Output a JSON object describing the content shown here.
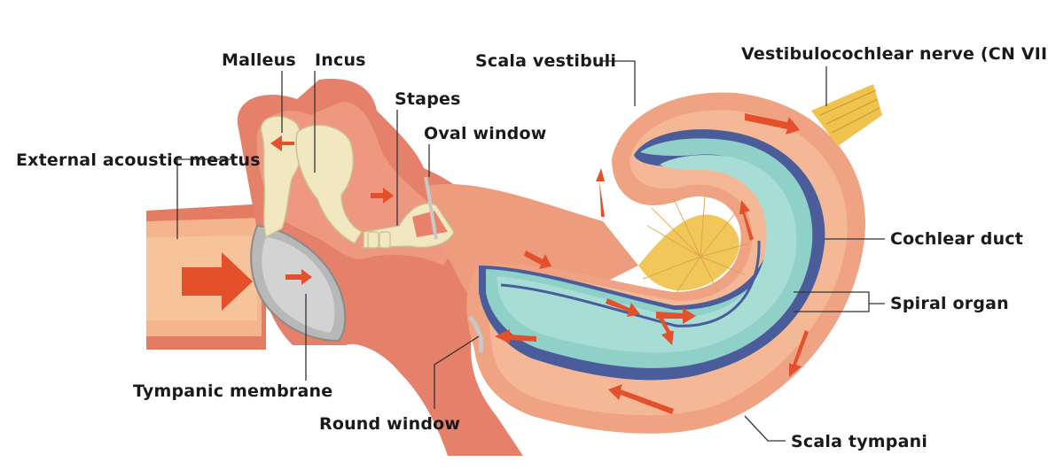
{
  "labels": {
    "malleus": "Malleus",
    "incus": "Incus",
    "stapes": "Stapes",
    "oval_window": "Oval window",
    "scala_vestibuli": "Scala vestibuli",
    "vestibulocochlear_nerve": "Vestibulocochlear nerve (CN VIII)",
    "external_acoustic_meatus": "External acoustic meatus",
    "cochlear_duct": "Cochlear duct",
    "spiral_organ": "Spiral organ",
    "tympanic_membrane": "Tympanic membrane",
    "round_window": "Round window",
    "scala_tympani": "Scala tympani"
  },
  "colors": {
    "tissue": "#e8826a",
    "tissue_light": "#f2a88f",
    "canal": "#f4b48e",
    "bone": "#f1e7c0",
    "membrane": "#c9c8c8",
    "duct_teal": "#8fd0c9",
    "duct_blue": "#4a5d9a",
    "nerve": "#f0c24e",
    "arrow": "#e4502c"
  }
}
